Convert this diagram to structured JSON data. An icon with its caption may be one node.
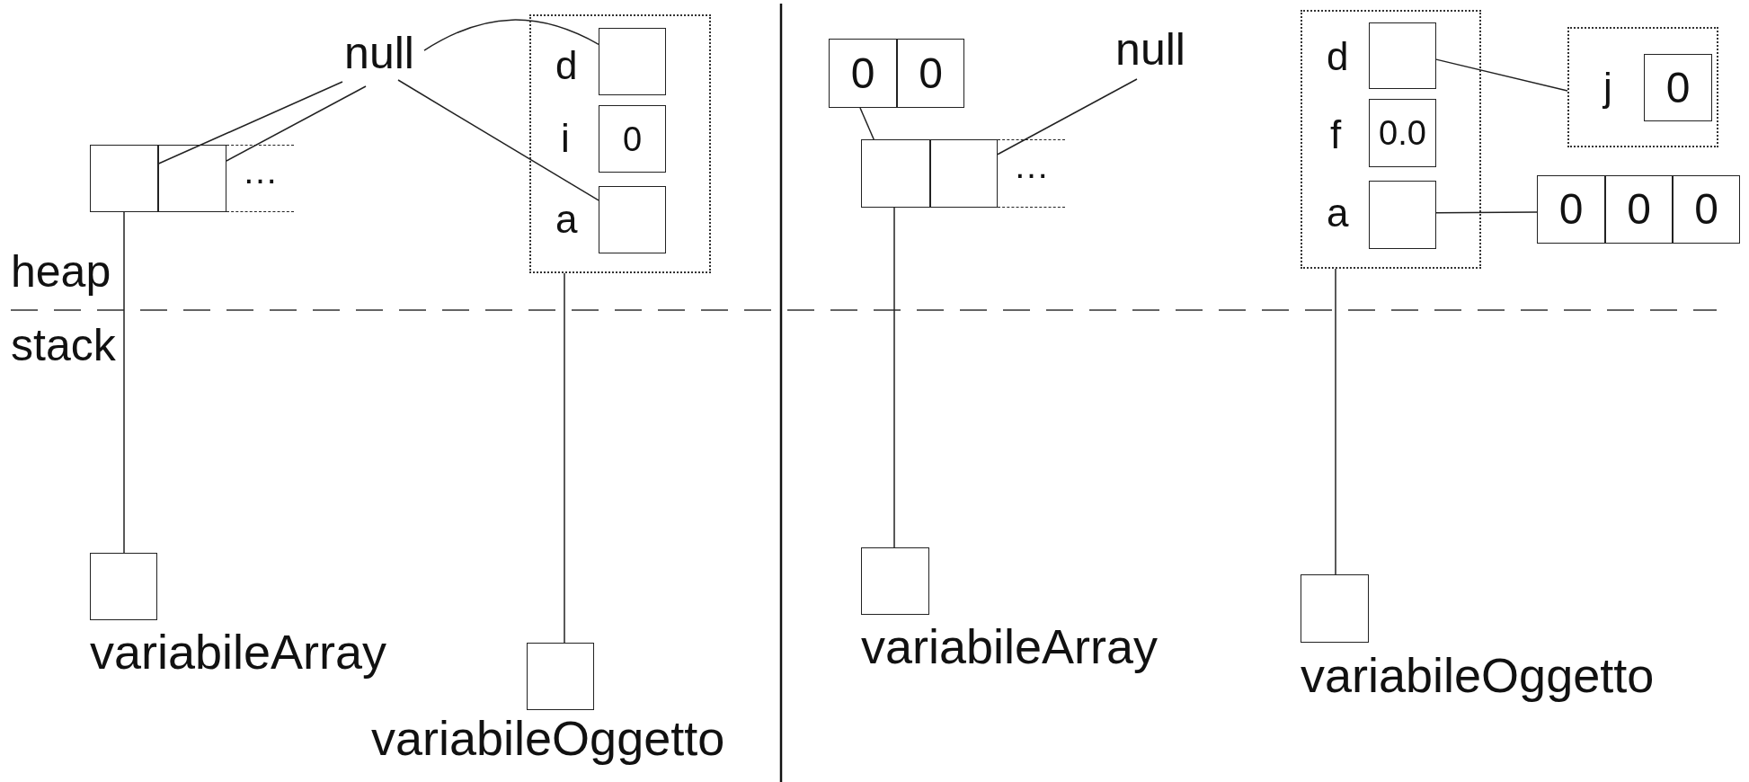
{
  "diagram": {
    "nodes": [
      {
        "text": [
          "null"
        ]
      },
      {
        "text": [],
        "shape": "box"
      },
      {
        "text": [],
        "shape": "box",
        "in": 1
      },
      {
        "text": [
          "0"
        ],
        "in": 1
      },
      {
        "text": [],
        "shape": "box",
        "in": 1
      },
      {
        "text": [],
        "shape": "box"
      },
      {
        "text": [],
        "shape": "box"
      },
      {
        "text": [
          "…"
        ]
      },
      {
        "text": [],
        "shape": "box",
        "beside": [
          "variabileArray"
        ]
      },
      {
        "text": [],
        "shape": "box",
        "beside": [
          "variabileOggetto"
        ]
      },
      {
        "text": [
          "0"
        ]
      },
      {
        "text": [
          "0"
        ]
      },
      {
        "text": [
          "null"
        ]
      },
      {
        "text": [],
        "shape": "box"
      },
      {
        "text": [],
        "shape": "box",
        "in": 13
      },
      {
        "text": [
          "0.0"
        ],
        "in": 13
      },
      {
        "text": [],
        "shape": "box",
        "in": 13
      },
      {
        "text": [],
        "shape": "box"
      },
      {
        "text": [
          "0"
        ],
        "in": 17
      },
      {
        "text": [],
        "shape": "box"
      },
      {
        "text": [],
        "shape": "box"
      },
      {
        "text": [
          "…"
        ]
      },
      {
        "text": [
          "0"
        ]
      },
      {
        "text": [
          "0"
        ]
      },
      {
        "text": [
          "0"
        ]
      },
      {
        "text": [],
        "shape": "box",
        "beside": [
          "variabileArray"
        ]
      },
      {
        "text": [],
        "shape": "box",
        "beside": [
          "variabileOggetto"
        ]
      }
    ],
    "edges": [
      {
        "from": 5,
        "to": 0,
        "arrow": "none"
      },
      {
        "from": 6,
        "to": 0,
        "arrow": "none"
      },
      {
        "from": 2,
        "to": 0,
        "arrow": "none"
      },
      {
        "from": 4,
        "to": 0,
        "arrow": "none"
      },
      {
        "from": 8,
        "to": 5,
        "arrow": "none"
      },
      {
        "from": 9,
        "to": 1,
        "arrow": "none"
      },
      {
        "from": 19,
        "to": 10,
        "arrow": "none"
      },
      {
        "from": 20,
        "to": 12,
        "arrow": "none"
      },
      {
        "from": 25,
        "to": 19,
        "arrow": "none"
      },
      {
        "from": 14,
        "to": 17,
        "arrow": "none"
      },
      {
        "from": 16,
        "to": 22,
        "arrow": "none"
      },
      {
        "from": 26,
        "to": 13,
        "arrow": "none"
      }
    ],
    "labels": [
      "d",
      "i",
      "a",
      "heap",
      "stack",
      "d",
      "f",
      "a",
      "j"
    ]
  }
}
